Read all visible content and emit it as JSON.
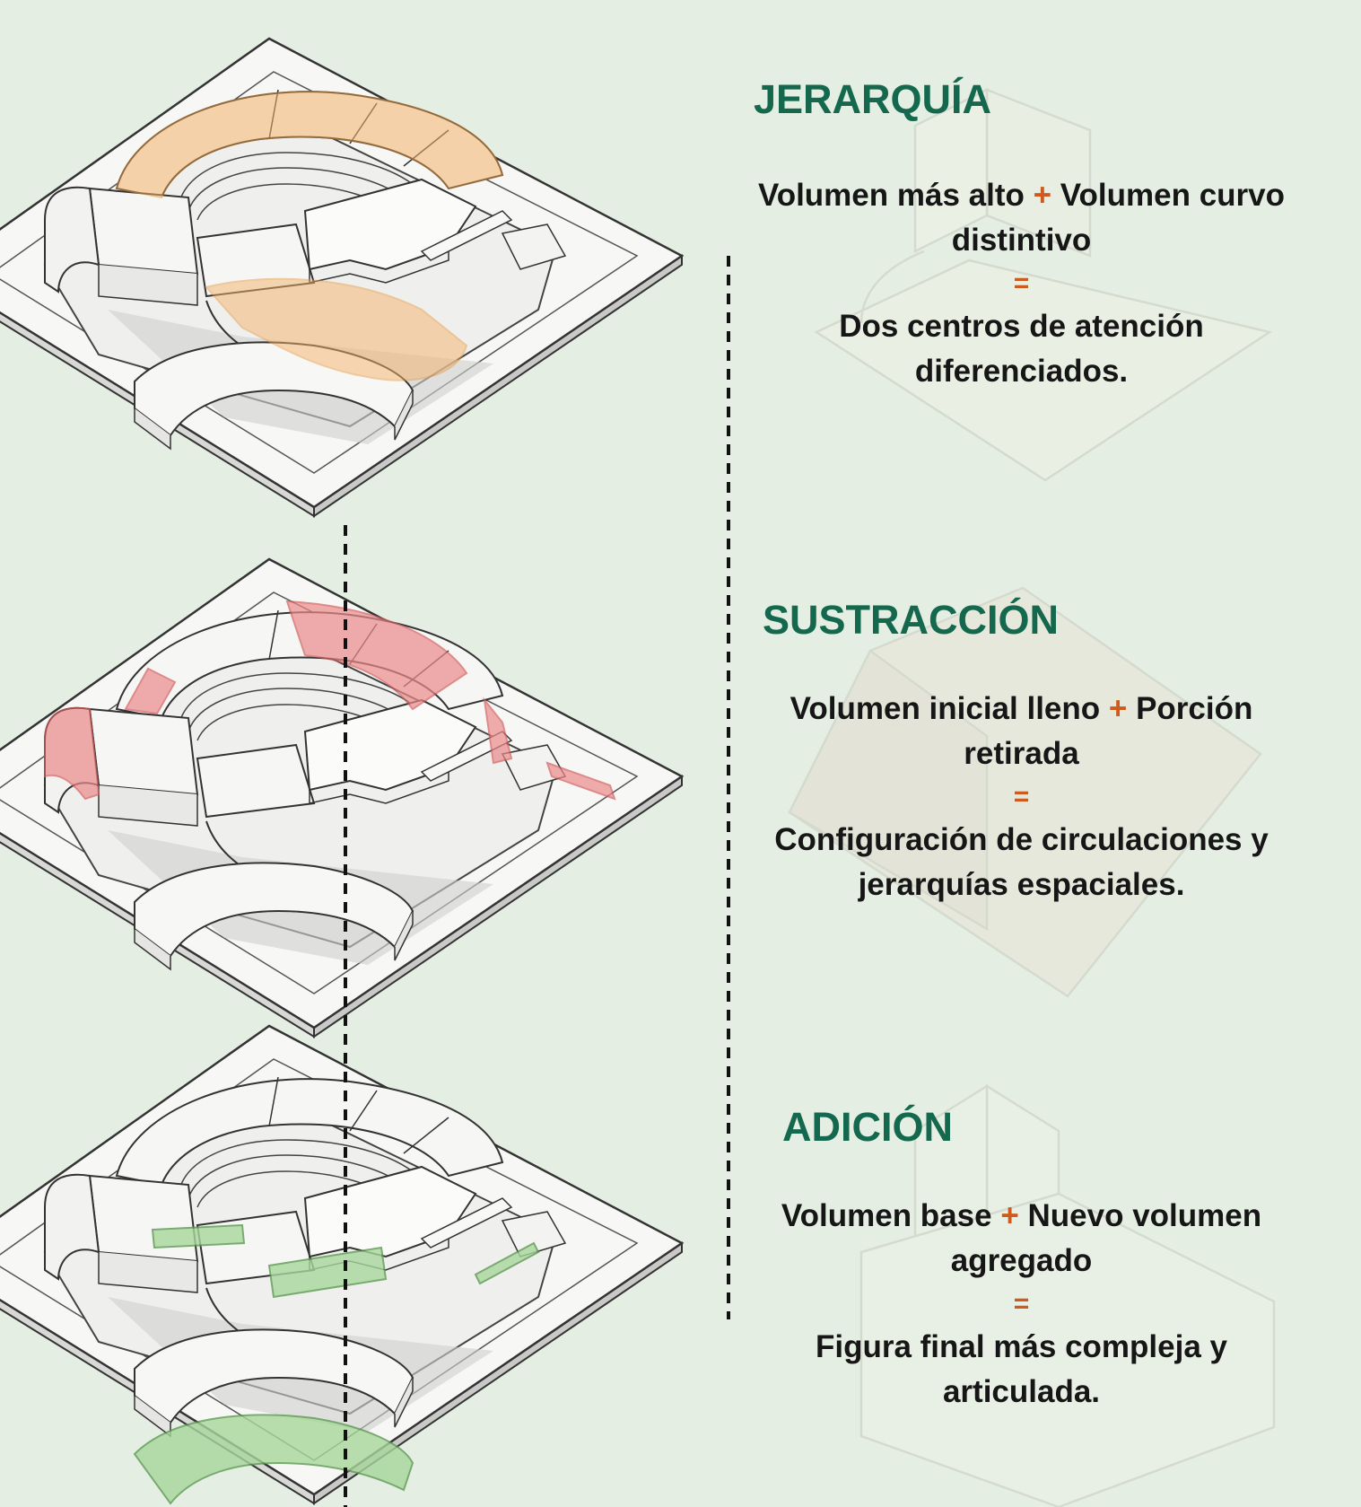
{
  "sections": [
    {
      "id": "jerarquia",
      "title": "JERARQUÍA",
      "term_a": "Volumen más alto",
      "operator": "+",
      "term_b_line1": "Volumen curvo",
      "term_b_line2": "distintivo",
      "equals": "=",
      "result_line1": "Dos centros de atención",
      "result_line2": "diferenciados.",
      "highlight_color": "#f4b36c"
    },
    {
      "id": "sustraccion",
      "title": "SUSTRACCIÓN",
      "term_a": "Volumen inicial lleno",
      "operator": "+",
      "term_b_line1": "Porción",
      "term_b_line2": "retirada",
      "equals": "=",
      "result_line1": "Configuración de circulaciones y",
      "result_line2": "jerarquías espaciales.",
      "highlight_color": "#ec8b8b"
    },
    {
      "id": "adicion",
      "title": "ADICIÓN",
      "term_a": "Volumen base",
      "operator": "+",
      "term_b_line1": "Nuevo volumen",
      "term_b_line2": "agregado",
      "equals": "=",
      "result_line1": "Figura final más compleja y",
      "result_line2": "articulada.",
      "highlight_color": "#a8d79c"
    }
  ],
  "colors": {
    "background": "#e4eee3",
    "title": "#14684e",
    "operator": "#cf5a1e",
    "text": "#161616",
    "model_fill": "#f4f4f2",
    "model_line": "#3a3a3a"
  }
}
